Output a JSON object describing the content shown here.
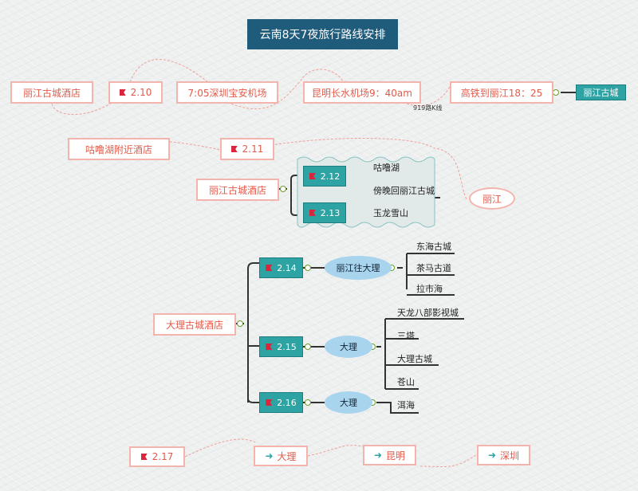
{
  "title": "云南8天7夜旅行路线安排",
  "row1": {
    "hotel": "丽江古城酒店",
    "date": "2.10",
    "flight": "7:05深圳宝安机场",
    "arrive": "昆明长水机场9：40am",
    "train": "高铁到丽江18：25",
    "dest": "丽江古城",
    "note": "919路K线"
  },
  "row2": {
    "hotel": "咕噜湖附近酒店",
    "date": "2.11",
    "lijiang": "丽江"
  },
  "group1": {
    "hotel": "丽江古城酒店",
    "days": [
      {
        "date": "2.12",
        "items": [
          "咕噜湖",
          "傍晚回丽江古城"
        ]
      },
      {
        "date": "2.13",
        "items": [
          "玉龙雪山"
        ]
      }
    ]
  },
  "group2": {
    "hotel": "大理古城酒店",
    "days": [
      {
        "date": "2.14",
        "label": "丽江往大理",
        "items": [
          "东海古城",
          "茶马古道",
          "拉市海"
        ]
      },
      {
        "date": "2.15",
        "label": "大理",
        "items": [
          "天龙八部影视城",
          "三塔",
          "大理古城",
          "苍山"
        ]
      },
      {
        "date": "2.16",
        "label": "大理",
        "items": [
          "洱海"
        ]
      }
    ]
  },
  "return": {
    "date": "2.17",
    "stops": [
      "大理",
      "昆明",
      "深圳"
    ]
  }
}
